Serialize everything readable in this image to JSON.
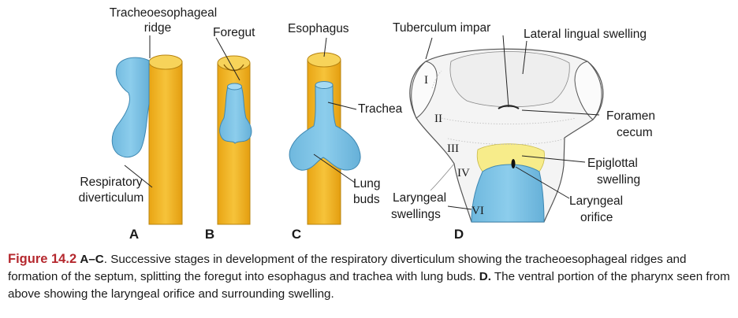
{
  "labels": {
    "tracheo_line1": "Tracheoesophageal",
    "tracheo_line2": "ridge",
    "foregut": "Foregut",
    "esophagus": "Esophagus",
    "tuberculum": "Tuberculum impar",
    "lateral_lingual": "Lateral lingual swelling",
    "trachea": "Trachea",
    "foramen_line1": "Foramen",
    "foramen_line2": "cecum",
    "respiratory_line1": "Respiratory",
    "respiratory_line2": "diverticulum",
    "lung_line1": "Lung",
    "lung_line2": "buds",
    "laryngeal_sw_line1": "Laryngeal",
    "laryngeal_sw_line2": "swellings",
    "epiglottal_line1": "Epiglottal",
    "epiglottal_line2": "swelling",
    "laryngeal_or_line1": "Laryngeal",
    "laryngeal_or_line2": "orifice"
  },
  "roman": [
    "I",
    "II",
    "III",
    "IV",
    "VI"
  ],
  "panels": [
    "A",
    "B",
    "C",
    "D"
  ],
  "caption": {
    "figure": "Figure 14.2",
    "part_ac": "A–C",
    "text_ac": ". Successive stages in development of the respiratory diverticulum showing the tracheoesophageal ridges and formation of the septum, splitting the foregut into esophagus and trachea with lung buds. ",
    "part_d": "D.",
    "text_d": " The ventral portion of the pharynx seen from above showing the laryngeal orifice and surrounding swelling."
  },
  "colors": {
    "foregut_yellow": "#f2b51e",
    "respiratory_blue": "#7cc3e6",
    "epiglottal_yellow": "#f7ec8a",
    "caption_red": "#b5282e"
  }
}
